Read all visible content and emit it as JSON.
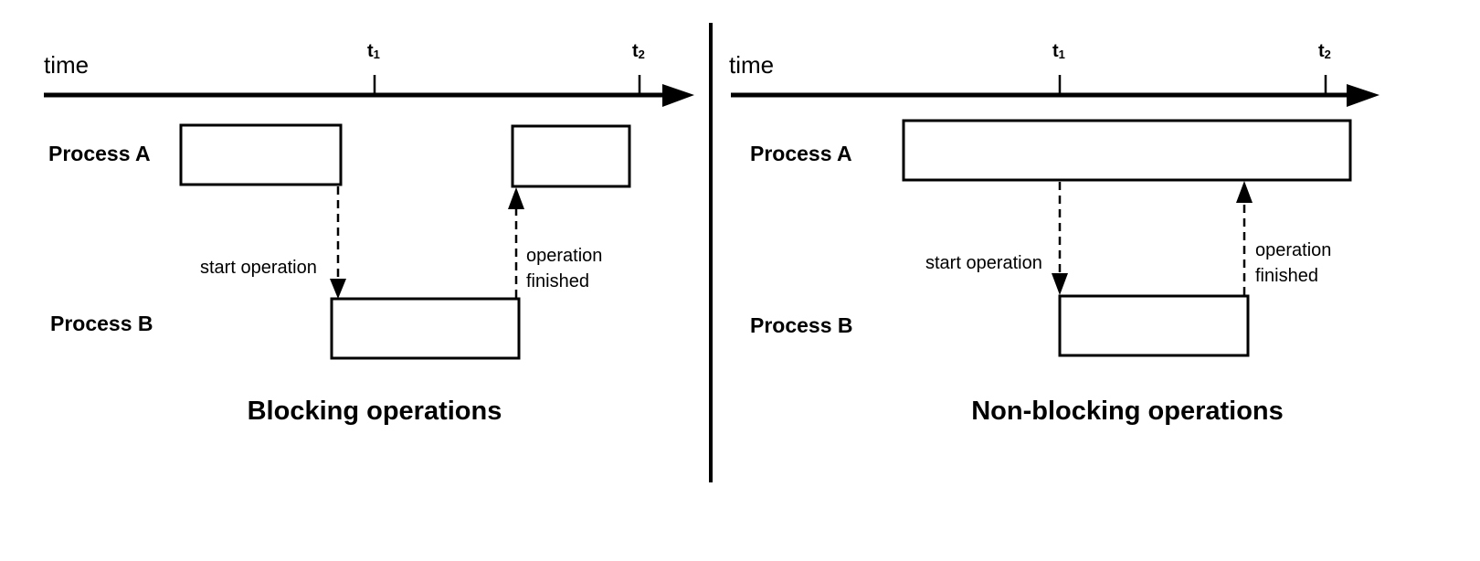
{
  "axis_label": "time",
  "ticks": [
    {
      "main": "t",
      "sub": "1"
    },
    {
      "main": "t",
      "sub": "2"
    }
  ],
  "processes": {
    "a": "Process A",
    "b": "Process B"
  },
  "events": {
    "start": "start operation",
    "finished_line1": "operation",
    "finished_line2": "finished"
  },
  "panels": [
    {
      "id": "blocking",
      "caption": "Blocking operations"
    },
    {
      "id": "non-blocking",
      "caption": "Non-blocking operations"
    }
  ],
  "colors": {
    "ink": "#000000",
    "background": "#ffffff"
  }
}
